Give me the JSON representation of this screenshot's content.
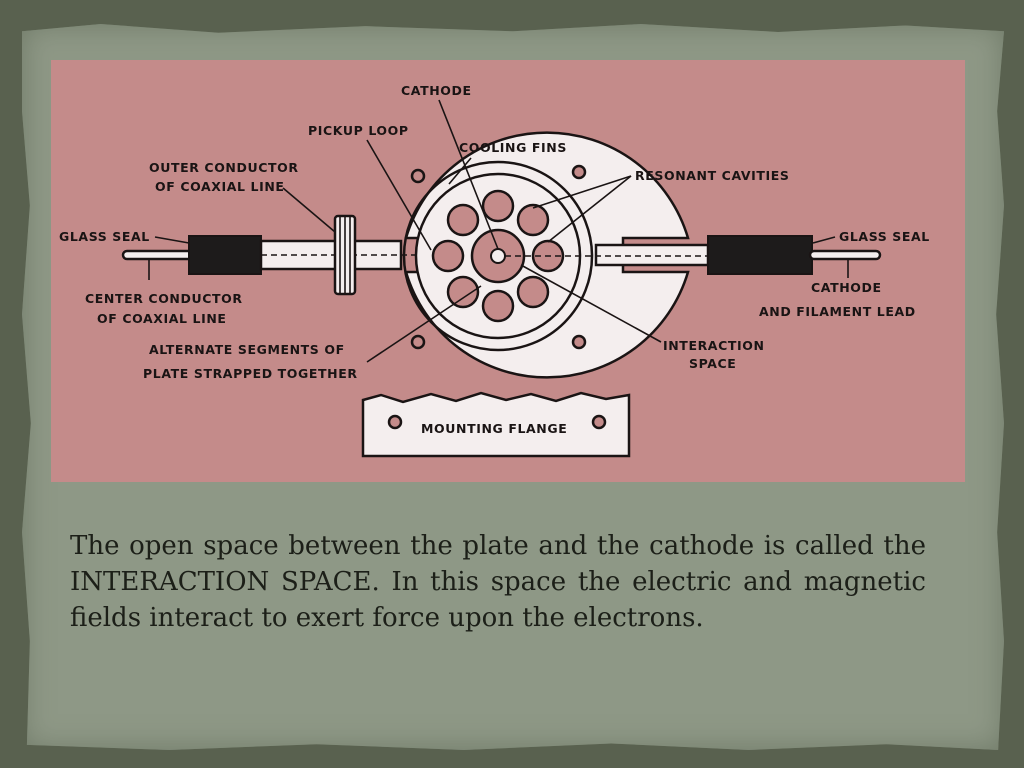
{
  "diagram": {
    "labels": {
      "cathode_top": "CATHODE",
      "pickup_loop": "PICKUP LOOP",
      "cooling_fins": "COOLING FINS",
      "outer_conductor_1": "OUTER CONDUCTOR",
      "outer_conductor_2": "OF COAXIAL LINE",
      "resonant_cavities": "RESONANT CAVITIES",
      "glass_seal_left": "GLASS SEAL",
      "glass_seal_right": "GLASS SEAL",
      "center_conductor_1": "CENTER CONDUCTOR",
      "center_conductor_2": "OF COAXIAL LINE",
      "cathode_lead_1": "CATHODE",
      "cathode_lead_2": "AND FILAMENT LEAD",
      "alternate_segments_1": "ALTERNATE SEGMENTS OF",
      "alternate_segments_2": "PLATE STRAPPED TOGETHER",
      "interaction_space_1": "INTERACTION",
      "interaction_space_2": "SPACE",
      "mounting_flange": "MOUNTING FLANGE"
    }
  },
  "caption": "The open space between the plate and the cathode is called the INTERACTION SPACE. In this space the electric and magnetic fields interact to exert force upon the electrons."
}
